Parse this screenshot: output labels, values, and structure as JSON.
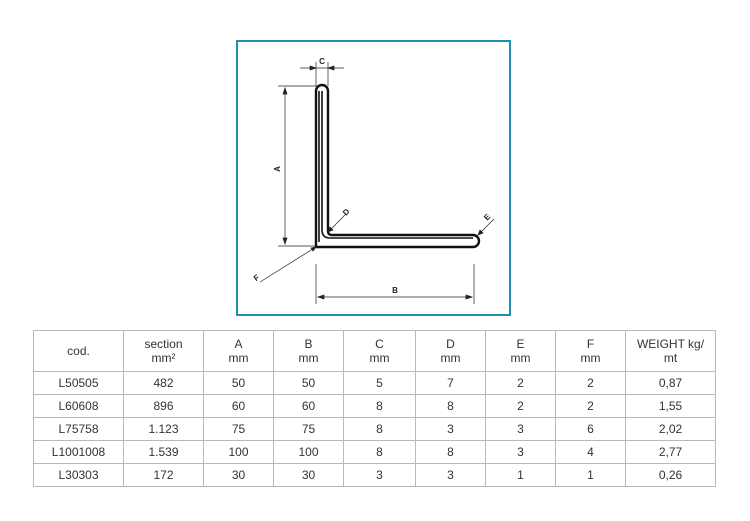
{
  "figure": {
    "labels": {
      "A": "A",
      "B": "B",
      "C": "C",
      "D": "D",
      "E": "E",
      "F": "F"
    },
    "frame_color": "#1e8eb1"
  },
  "table": {
    "headers": [
      [
        "cod."
      ],
      [
        "section",
        "mm²"
      ],
      [
        "A",
        "mm"
      ],
      [
        "B",
        "mm"
      ],
      [
        "C",
        "mm"
      ],
      [
        "D",
        "mm"
      ],
      [
        "E",
        "mm"
      ],
      [
        "F",
        "mm"
      ],
      [
        "WEIGHT kg/",
        "mt"
      ]
    ],
    "rows": [
      [
        "L50505",
        "482",
        "50",
        "50",
        "5",
        "7",
        "2",
        "2",
        "0,87"
      ],
      [
        "L60608",
        "896",
        "60",
        "60",
        "8",
        "8",
        "2",
        "2",
        "1,55"
      ],
      [
        "L75758",
        "1.123",
        "75",
        "75",
        "8",
        "3",
        "3",
        "6",
        "2,02"
      ],
      [
        "L1001008",
        "1.539",
        "100",
        "100",
        "8",
        "8",
        "3",
        "4",
        "2,77"
      ],
      [
        "L30303",
        "172",
        "30",
        "30",
        "3",
        "3",
        "1",
        "1",
        "0,26"
      ]
    ]
  }
}
